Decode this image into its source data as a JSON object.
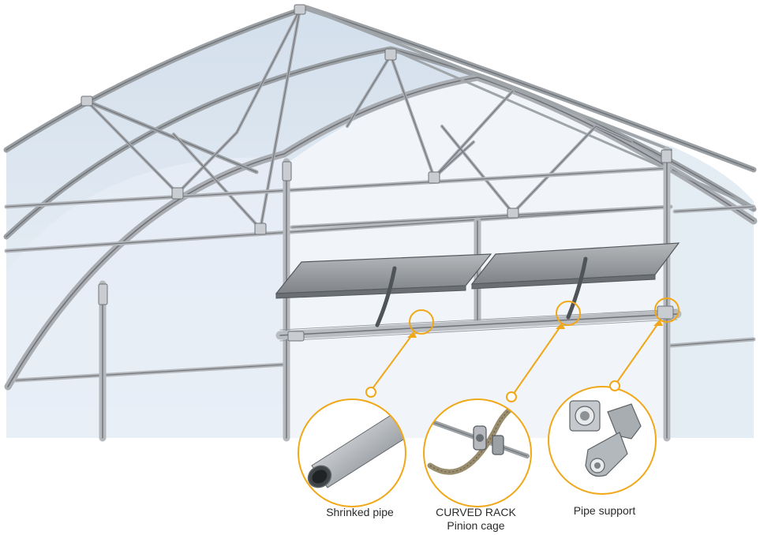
{
  "callouts": [
    {
      "id": "shrinked-pipe",
      "label_lines": [
        "Shrinked pipe"
      ]
    },
    {
      "id": "curved-rack",
      "label_lines": [
        "CURVED RACK",
        "Pinion cage"
      ]
    },
    {
      "id": "pipe-support",
      "label_lines": [
        "Pipe support"
      ]
    }
  ],
  "colors": {
    "accent": "#f0a818",
    "frame_stroke": "#6f7378",
    "frame_fill": "#c9cdd1",
    "covering": "#dce7f2",
    "panel": "#8e9194"
  }
}
